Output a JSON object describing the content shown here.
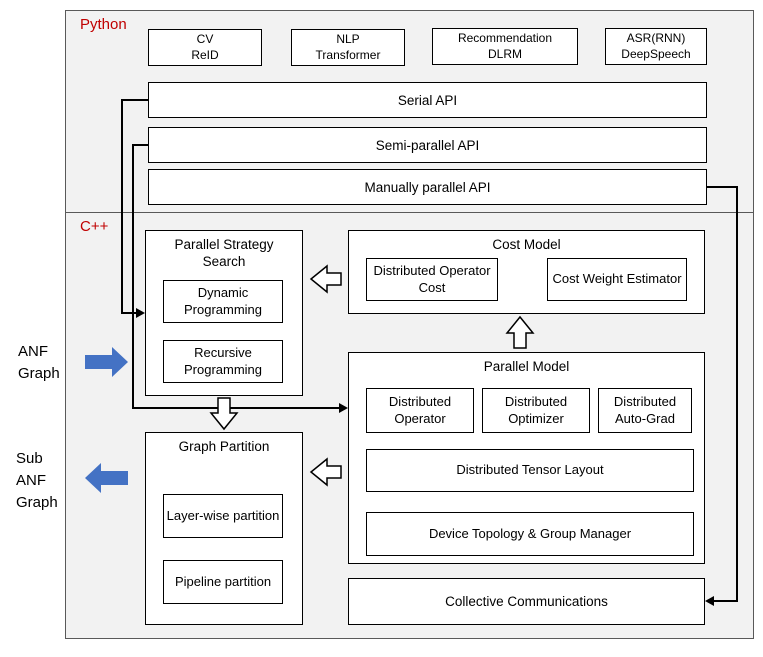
{
  "diagram": {
    "python": {
      "label": "Python",
      "apps": [
        "CV\nReID",
        "NLP\nTransformer",
        "Recommendation\nDLRM",
        "ASR(RNN)\nDeepSpeech"
      ],
      "apis": [
        "Serial API",
        "Semi-parallel API",
        "Manually parallel API"
      ]
    },
    "cpp": {
      "label": "C++",
      "strategy_search": {
        "title": "Parallel Strategy Search",
        "items": [
          "Dynamic Programming",
          "Recursive Programming"
        ]
      },
      "cost_model": {
        "title": "Cost Model",
        "items": [
          "Distributed Operator Cost",
          "Cost Weight Estimator"
        ]
      },
      "parallel_model": {
        "title": "Parallel Model",
        "top_row": [
          "Distributed Operator",
          "Distributed Optimizer",
          "Distributed Auto-Grad"
        ],
        "wide_rows": [
          "Distributed Tensor Layout",
          "Device Topology & Group Manager"
        ]
      },
      "graph_partition": {
        "title": "Graph Partition",
        "items": [
          "Layer-wise partition",
          "Pipeline partition"
        ]
      },
      "collective": "Collective Communications"
    },
    "io": {
      "input_label": "ANF\nGraph",
      "output_label": "Sub\nANF\nGraph"
    },
    "colors": {
      "section_label": "#c00000",
      "flow_arrow": "#4472c4",
      "frame_bg": "#f2f2f2",
      "border": "#000000"
    }
  }
}
